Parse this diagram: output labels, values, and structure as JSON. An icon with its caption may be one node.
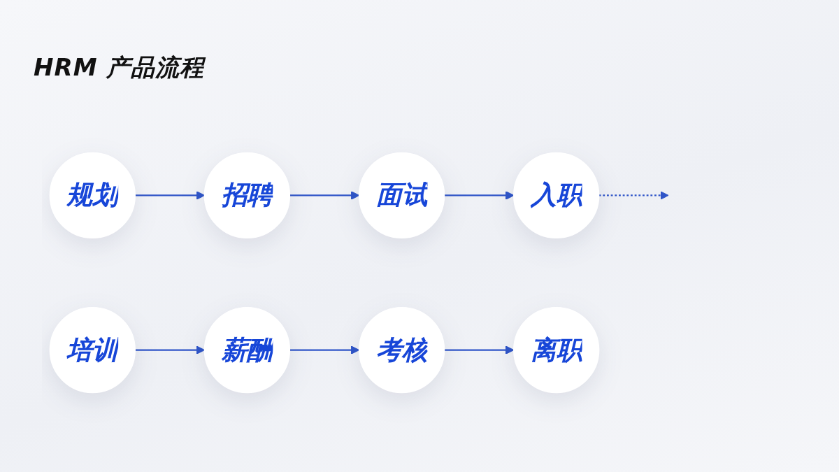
{
  "diagram": {
    "title": "HRM 产品流程",
    "nodes": [
      {
        "text": [
          "规划"
        ]
      },
      {
        "text": [
          "招聘"
        ]
      },
      {
        "text": [
          "面试"
        ]
      },
      {
        "text": [
          "入职"
        ]
      },
      {
        "text": [
          "培训"
        ]
      },
      {
        "text": [
          "薪酬"
        ]
      },
      {
        "text": [
          "考核"
        ]
      },
      {
        "text": [
          "离职"
        ]
      }
    ],
    "edges": [
      {
        "from": 0,
        "to": 1,
        "arrow": "to"
      },
      {
        "from": 1,
        "to": 2,
        "arrow": "to"
      },
      {
        "from": 2,
        "to": 3,
        "arrow": "to"
      },
      {
        "from": 3,
        "to": null,
        "arrow": "to",
        "style": "dashed"
      },
      {
        "from": 4,
        "to": 5,
        "arrow": "to"
      },
      {
        "from": 5,
        "to": 6,
        "arrow": "to"
      },
      {
        "from": 6,
        "to": 7,
        "arrow": "to"
      }
    ]
  }
}
